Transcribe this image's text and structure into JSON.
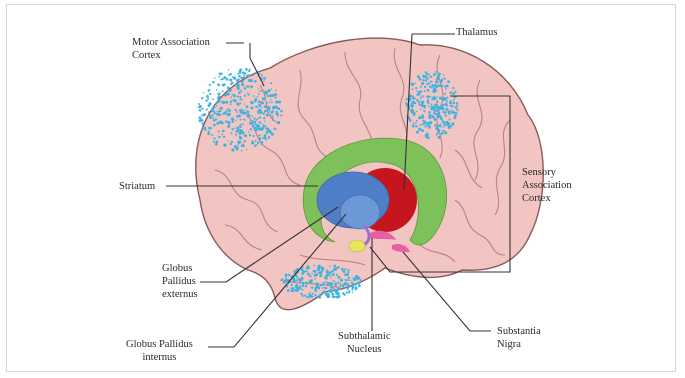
{
  "labels": {
    "motor_association_cortex": "Motor Association\nCortex",
    "thalamus": "Thalamus",
    "striatum": "Striatum",
    "sensory_association_cortex": "Sensory\nAssociation\nCortex",
    "globus_pallidus_externus": "Globus\nPallidus\nexternus",
    "globus_pallidus_internus": "Globus Pallidus\ninternus",
    "subthalamic_nucleus": "Subthalamic\nNucleus",
    "substantia_nigra": "Substantia\nNigra"
  },
  "colors": {
    "brain": "#f2c4c2",
    "brain_outline": "#8a5a5a",
    "gyri": "#b98383",
    "cortex_dots": "#3db4e0",
    "striatum": "#7ec15a",
    "thalamus": "#c4161c",
    "globus_pallidus": "#4f7fc6",
    "subthalamic_nucleus": "#e7e55f",
    "substantia_nigra": "#e85fa4",
    "leader_lines": "#333333"
  }
}
